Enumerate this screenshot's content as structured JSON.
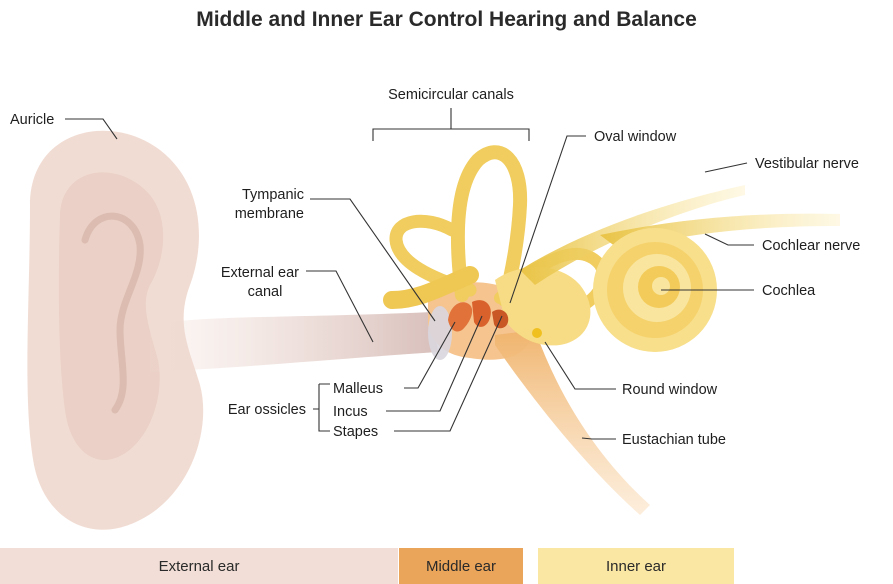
{
  "title": "Middle and Inner Ear Control Hearing and Balance",
  "labels": {
    "auricle": "Auricle",
    "semicircular_canals": "Semicircular canals",
    "oval_window": "Oval window",
    "vestibular_nerve": "Vestibular nerve",
    "tympanic_membrane_1": "Tympanic",
    "tympanic_membrane_2": "membrane",
    "cochlear_nerve": "Cochlear nerve",
    "external_canal_1": "External ear",
    "external_canal_2": "canal",
    "cochlea": "Cochlea",
    "malleus": "Malleus",
    "ear_ossicles": "Ear ossicles",
    "incus": "Incus",
    "stapes": "Stapes",
    "round_window": "Round window",
    "eustachian_tube": "Eustachian tube"
  },
  "legend": {
    "external": "External ear",
    "middle": "Middle ear",
    "inner": "Inner ear"
  },
  "colors": {
    "external": "#f2ded6",
    "middle": "#eaa55a",
    "inner": "#fae7a3",
    "ear_skin": "#f1dcd3",
    "canal": "#d9c1bd",
    "inner_structure": "#f5d677",
    "ossicle": "#e0723a"
  }
}
